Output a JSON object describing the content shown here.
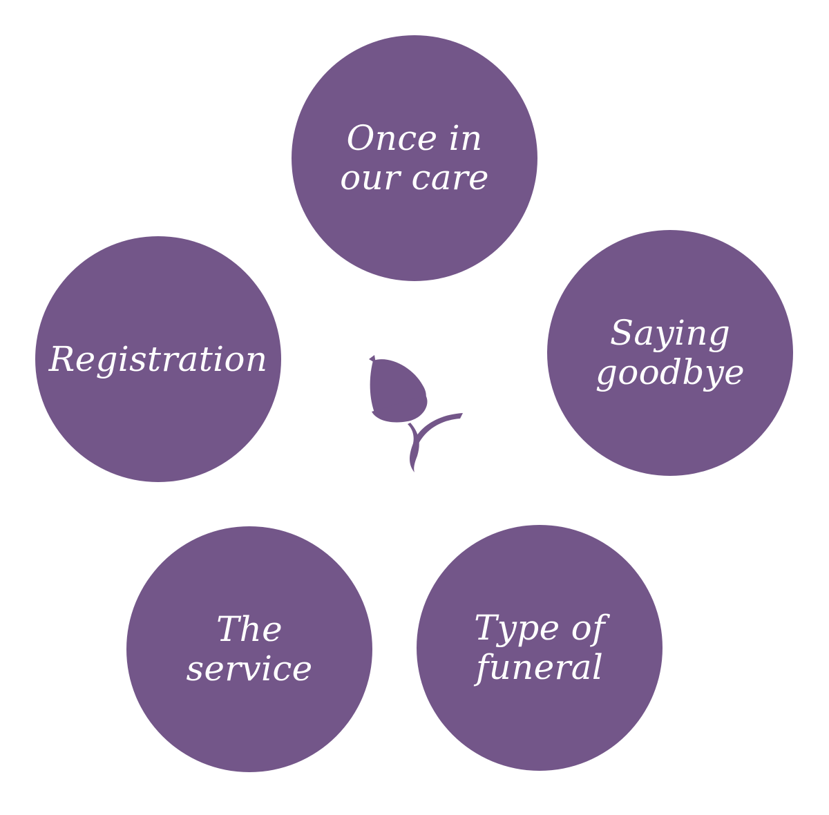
{
  "colors": {
    "circle_fill": "#735689",
    "label_text": "#ffffff",
    "background": "#ffffff",
    "logo_fill": "#735689"
  },
  "steps": [
    {
      "id": "once-in-our-care",
      "label": "Once in\nour care"
    },
    {
      "id": "saying-goodbye",
      "label": "Saying\ngoodbye"
    },
    {
      "id": "type-of-funeral",
      "label": "Type of\nfuneral"
    },
    {
      "id": "the-service",
      "label": "The\nservice"
    },
    {
      "id": "registration",
      "label": "Registration"
    }
  ],
  "center_icon": "acorn-icon"
}
